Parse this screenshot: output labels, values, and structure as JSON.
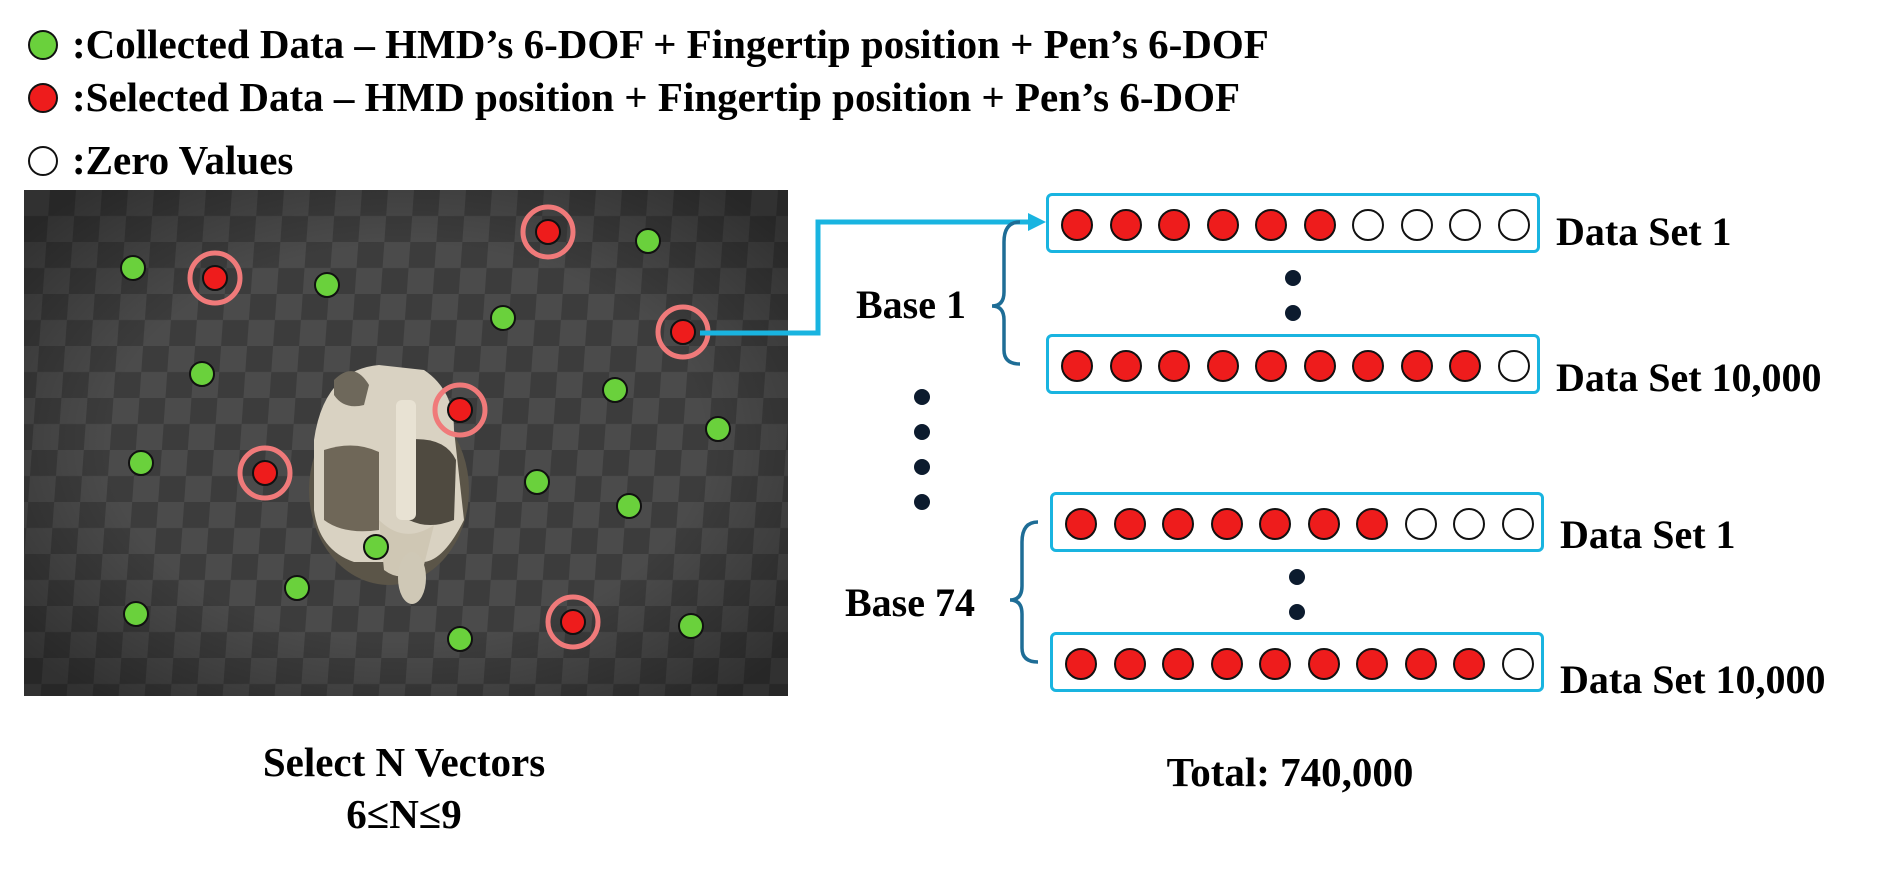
{
  "colors": {
    "collected": "#6ad13c",
    "selected": "#ee1c1c",
    "zero": "#ffffff",
    "highlight_ring": "#f07a7a",
    "arrow": "#19b4e0",
    "box_border": "#19b4e0",
    "bracket": "#1e6d96"
  },
  "legend": [
    {
      "type": "collected",
      "label": ":Collected Data – HMD’s 6-DOF + Fingertip position + Pen’s 6-DOF"
    },
    {
      "type": "selected",
      "label": ":Selected Data – HMD position + Fingertip position + Pen’s 6-DOF"
    },
    {
      "type": "zero",
      "label": ":Zero Values"
    }
  ],
  "scene": {
    "caption_line1": "Select N Vectors",
    "caption_line2": "6≤N≤9"
  },
  "groups": [
    {
      "base_label": "Base 1",
      "rows": [
        {
          "label": "Data Set 1",
          "selected_count": 6,
          "total": 10
        },
        {
          "label": "Data Set 10,000",
          "selected_count": 9,
          "total": 10
        }
      ]
    },
    {
      "base_label": "Base 74",
      "rows": [
        {
          "label": "Data Set 1",
          "selected_count": 7,
          "total": 10
        },
        {
          "label": "Data Set 10,000",
          "selected_count": 9,
          "total": 10
        }
      ]
    }
  ],
  "total_label": "Total: 740,000"
}
